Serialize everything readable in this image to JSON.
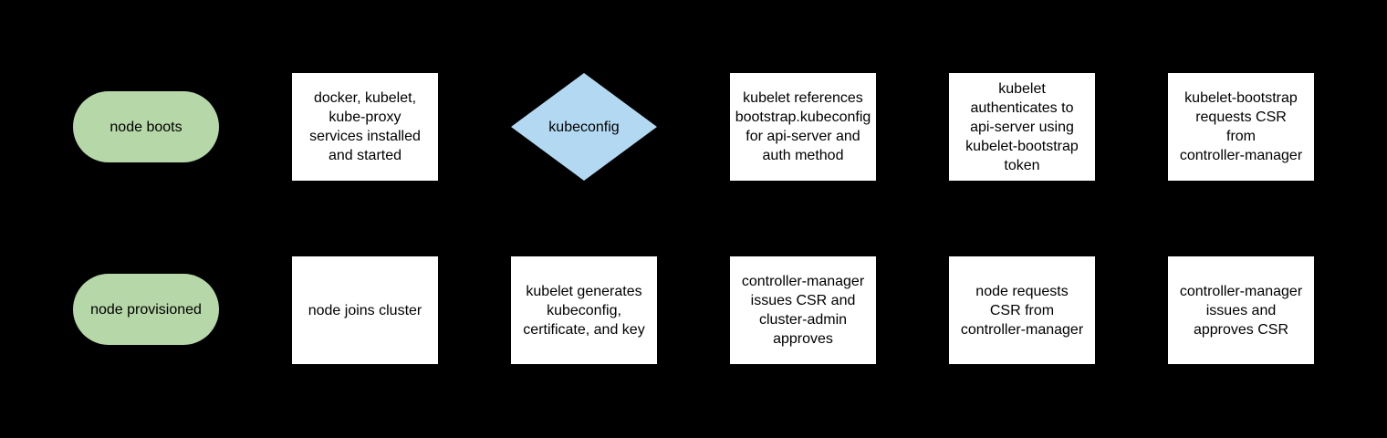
{
  "diagram": {
    "description": "flowchart",
    "background_color": "#000000",
    "colors": {
      "terminator_fill": "#b6d7a8",
      "process_fill": "#ffffff",
      "decision_fill": "#b3d9f2",
      "text": "#000000"
    },
    "nodes": [
      {
        "id": "node-boots",
        "shape": "terminator",
        "row": 1,
        "col": 0,
        "label": "node boots"
      },
      {
        "id": "services-installed",
        "shape": "process",
        "row": 1,
        "col": 1,
        "label": "docker, kubelet,\nkube-proxy\nservices installed\nand started"
      },
      {
        "id": "kubeconfig-decision",
        "shape": "decision",
        "row": 1,
        "col": 2,
        "label": "kubeconfig"
      },
      {
        "id": "kubelet-references-bootstrap",
        "shape": "process",
        "row": 1,
        "col": 3,
        "label": "kubelet references\nbootstrap.kubeconfig\nfor api-server and\nauth method"
      },
      {
        "id": "kubelet-authenticates",
        "shape": "process",
        "row": 1,
        "col": 4,
        "label": "kubelet\nauthenticates to\napi-server using\nkubelet-bootstrap\ntoken"
      },
      {
        "id": "kubelet-bootstrap-requests-csr",
        "shape": "process",
        "row": 1,
        "col": 5,
        "label": "kubelet-bootstrap\nrequests CSR\nfrom\ncontroller-manager"
      },
      {
        "id": "node-provisioned",
        "shape": "terminator",
        "row": 2,
        "col": 0,
        "label": "node provisioned"
      },
      {
        "id": "node-joins-cluster",
        "shape": "process",
        "row": 2,
        "col": 1,
        "label": "node joins cluster"
      },
      {
        "id": "kubelet-generates",
        "shape": "process",
        "row": 2,
        "col": 2,
        "label": "kubelet generates\nkubeconfig,\ncertificate, and key"
      },
      {
        "id": "cm-issues-csr-admin-approves",
        "shape": "process",
        "row": 2,
        "col": 3,
        "label": "controller-manager\nissues CSR and\ncluster-admin\napproves"
      },
      {
        "id": "node-requests-csr",
        "shape": "process",
        "row": 2,
        "col": 4,
        "label": "node requests\nCSR from\ncontroller-manager"
      },
      {
        "id": "cm-issues-and-approves",
        "shape": "process",
        "row": 2,
        "col": 5,
        "label": "controller-manager\nissues and\napproves CSR"
      }
    ]
  }
}
